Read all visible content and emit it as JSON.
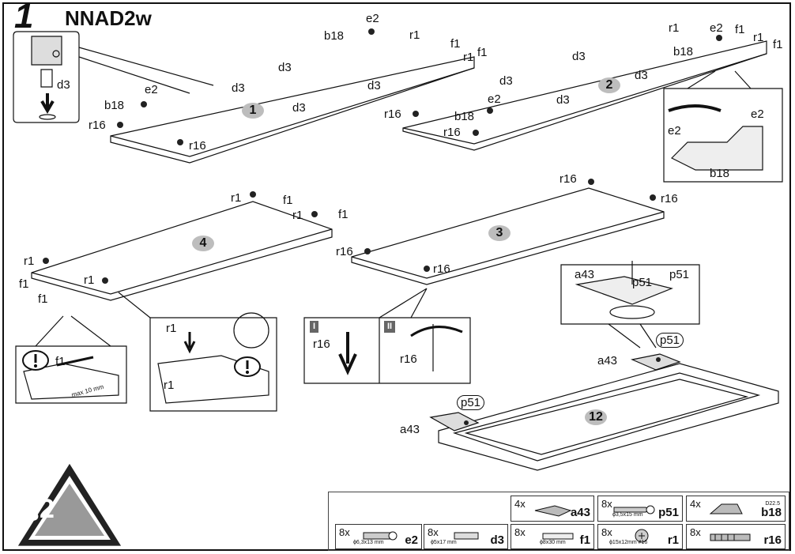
{
  "header": {
    "step": "1",
    "model": "NNAD2w"
  },
  "panels": {
    "p1": "1",
    "p2": "2",
    "p3": "3",
    "p4": "4",
    "p12": "12"
  },
  "parts": {
    "d3": "d3",
    "r1": "r1",
    "f1": "f1",
    "e2": "e2",
    "b18": "b18",
    "r16": "r16",
    "a43": "a43",
    "p51": "p51"
  },
  "detail": {
    "step_I": "I",
    "step_II": "II",
    "max_note": "max 10 mm"
  },
  "warning": {
    "symbol": "§2"
  },
  "legend": {
    "items": [
      {
        "qty": "4x",
        "code": "a43",
        "spec": ""
      },
      {
        "qty": "8x",
        "code": "p51",
        "spec": "ϕ3,5x15 mm"
      },
      {
        "qty": "4x",
        "code": "b18",
        "spec": "D22.5"
      },
      {
        "qty": "8x",
        "code": "e2",
        "spec": "ϕ6,3x13 mm"
      },
      {
        "qty": "8x",
        "code": "d3",
        "spec": "ϕ5x17 mm"
      },
      {
        "qty": "8x",
        "code": "f1",
        "spec": "ϕ8x30 mm"
      },
      {
        "qty": "8x",
        "code": "r1",
        "spec": "ϕ15x12mm  #16"
      },
      {
        "qty": "8x",
        "code": "r16",
        "spec": ""
      }
    ]
  }
}
